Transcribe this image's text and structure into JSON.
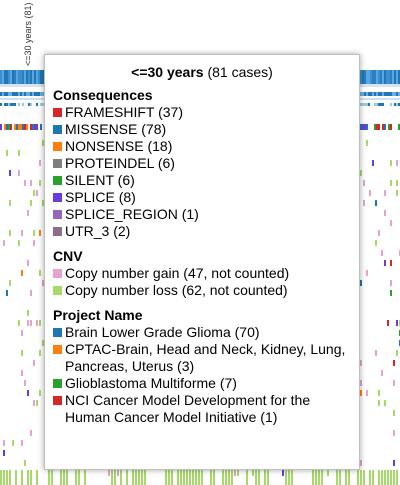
{
  "column": {
    "label": "<=30 years (81)"
  },
  "tooltip": {
    "title_bold": "<=30 years",
    "title_rest": " (81 cases)",
    "sections": [
      {
        "heading": "Consequences",
        "items": [
          {
            "label": "FRAMESHIFT (37)",
            "color": "#d62728"
          },
          {
            "label": "MISSENSE (78)",
            "color": "#1f77b4"
          },
          {
            "label": "NONSENSE (18)",
            "color": "#ff7f0e"
          },
          {
            "label": "PROTEINDEL (6)",
            "color": "#7f7f7f"
          },
          {
            "label": "SILENT (6)",
            "color": "#2ca02c"
          },
          {
            "label": "SPLICE (8)",
            "color": "#6a3ddb"
          },
          {
            "label": "SPLICE_REGION (1)",
            "color": "#9467bd"
          },
          {
            "label": "UTR_3 (2)",
            "color": "#8c6d8c"
          }
        ]
      },
      {
        "heading": "CNV",
        "items": [
          {
            "label": "Copy number gain (47, not counted)",
            "color": "#e7a3d0"
          },
          {
            "label": "Copy number loss (62, not counted)",
            "color": "#a6d96a"
          }
        ]
      },
      {
        "heading": "Project Name",
        "items": [
          {
            "label": "Brain Lower Grade Glioma (70)",
            "color": "#1f77b4"
          },
          {
            "label": "CPTAC-Brain, Head and Neck, Kidney, Lung, Pancreas, Uterus (3)",
            "color": "#ff7f0e"
          },
          {
            "label": "Glioblastoma Multiforme (7)",
            "color": "#2ca02c"
          },
          {
            "label": "NCI Cancer Model Development for the Human Cancer Model Initiative (1)",
            "color": "#d62728"
          }
        ]
      }
    ]
  }
}
